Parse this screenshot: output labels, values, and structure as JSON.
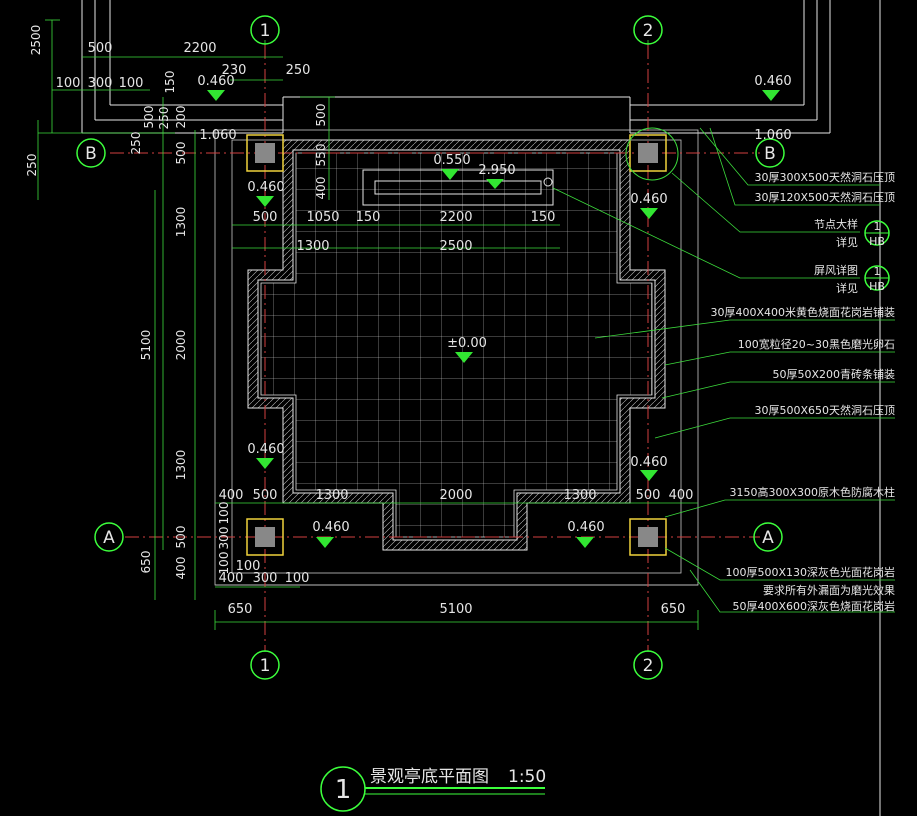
{
  "drawing": {
    "title": "景观亭底平面图",
    "scale": "1:50",
    "detail_number": "1"
  },
  "axes": {
    "col1": "1",
    "col2": "2",
    "rowA": "A",
    "rowB": "B"
  },
  "dims": {
    "top_left_vertical": "2500",
    "top_500": "500",
    "top_2200": "2200",
    "top_230": "230",
    "top_250": "250",
    "top_100a": "100",
    "top_300": "300",
    "top_100b": "100",
    "top_150": "150",
    "left_500a": "500",
    "left_200": "200",
    "left_250a": "250",
    "left_250b": "250",
    "left_500b": "500",
    "mid_500": "500",
    "mid_550": "550",
    "mid_400": "400",
    "left_5100": "5100",
    "left_1300a": "1300",
    "left_2000": "2000",
    "left_1300b": "1300",
    "left_500c": "500",
    "left_650": "650",
    "left_400": "400",
    "bay_500": "500",
    "bay_1050": "1050",
    "bay_150a": "150",
    "bay_2200": "2200",
    "bay_150b": "150",
    "bay_1300": "1300",
    "bay_2500": "2500",
    "bot_400a": "400",
    "bot_500a": "500",
    "bot_1300a": "1300",
    "bot_2000": "2000",
    "bot_1300b": "1300",
    "bot_500b": "500",
    "bot_400b": "400",
    "post_100a": "100",
    "post_300": "300",
    "post_100b": "100",
    "post_100c": "100",
    "low_400": "400",
    "low_300": "300",
    "low_100": "100",
    "total_650a": "650",
    "total_5100": "5100",
    "total_650b": "650"
  },
  "levels": {
    "tl_0460": "0.460",
    "tr_0460": "0.460",
    "tl_1060": "1.060",
    "tr_1060": "1.060",
    "bench_0550": "0.550",
    "bench_2950": "2.950",
    "l_0460a": "0.460",
    "r_0460a": "0.460",
    "floor": "±0.00",
    "l_0460b": "0.460",
    "r_0460b": "0.460",
    "bl_0460": "0.460",
    "br_0460": "0.460"
  },
  "notes": [
    "30厚300X500天然洞石压顶",
    "30厚120X500天然洞石压顶",
    "节点大样",
    "详见",
    "屏风详图",
    "详见",
    "30厚400X400米黄色烧面花岗岩铺装",
    "100宽粒径20~30黑色磨光卵石",
    "50厚50X200青砖条铺装",
    "30厚500X650天然洞石压顶",
    "3150高300X300原木色防腐木柱",
    "100厚500X130深灰色光面花岗岩",
    "要求所有外漏面为磨光效果",
    "50厚400X600深灰色烧面花岗岩"
  ],
  "callouts": {
    "c1_num": "1",
    "c1_sheet": "HB",
    "c2_num": "1",
    "c2_sheet": "HB"
  },
  "colors": {
    "background": "#000000",
    "text": "#e6e6e6",
    "axis_bubble": "#3cff3c",
    "grid_line": "#d24040",
    "wall": "#e6e6e6",
    "dimension": "#3cdc3c",
    "outline": "#f0d23c",
    "leader": "#3cdc3c",
    "level_marker": "#32e632"
  }
}
